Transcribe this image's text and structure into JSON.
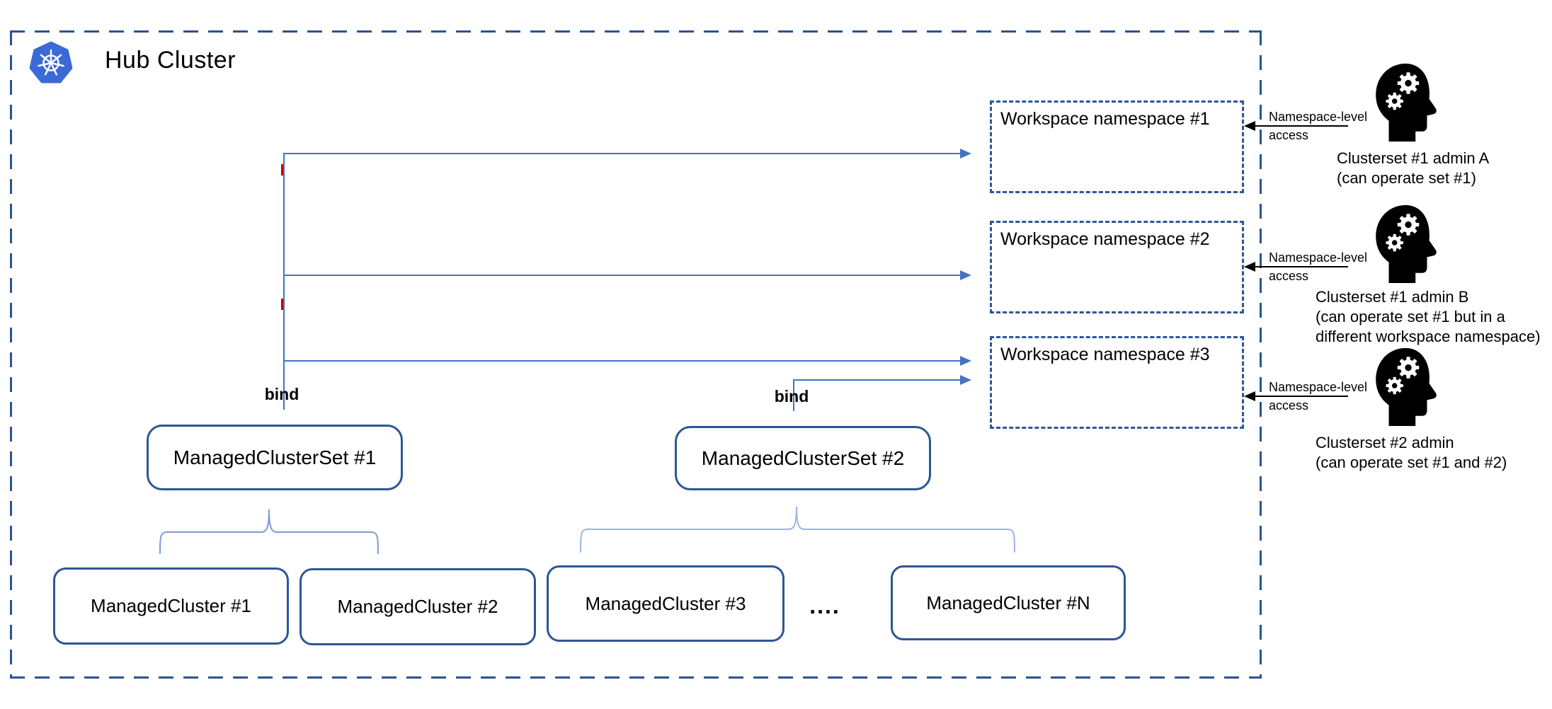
{
  "title": "Hub Cluster",
  "workspaces": [
    {
      "label": "Workspace namespace #1"
    },
    {
      "label": "Workspace namespace #2"
    },
    {
      "label": "Workspace namespace #3"
    }
  ],
  "cluster_sets": [
    {
      "label": "ManagedClusterSet #1",
      "bind": "bind"
    },
    {
      "label": "ManagedClusterSet #2",
      "bind": "bind"
    }
  ],
  "clusters": [
    {
      "label": "ManagedCluster #1"
    },
    {
      "label": "ManagedCluster #2"
    },
    {
      "label": "ManagedCluster #3"
    },
    {
      "label": "ManagedCluster #N"
    }
  ],
  "ellipsis": "....",
  "access_notes": [
    {
      "line1": "Namespace-level",
      "line2": "access"
    },
    {
      "line1": "Namespace-level",
      "line2": "access"
    },
    {
      "line1": "Namespace-level",
      "line2": "access"
    }
  ],
  "admins": [
    {
      "lines": [
        "Clusterset #1 admin A",
        "(can operate set #1)"
      ]
    },
    {
      "lines": [
        "Clusterset #1 admin B",
        "(can operate set #1 but in a",
        "different workspace namespace)"
      ]
    },
    {
      "lines": [
        "Clusterset #2 admin",
        "(can operate set #1 and #2)"
      ]
    }
  ],
  "icons": {
    "hub": "kubernetes-logo",
    "admin": "thinking-head-with-gears"
  },
  "colors": {
    "boundary_dash": "#2d5290",
    "box_border": "#2f5597",
    "connector": "#4472c4",
    "brace": "#7d9bd4",
    "red_mark": "#c00000",
    "kubernetes_blue": "#3b69d6",
    "text": "#000000"
  }
}
